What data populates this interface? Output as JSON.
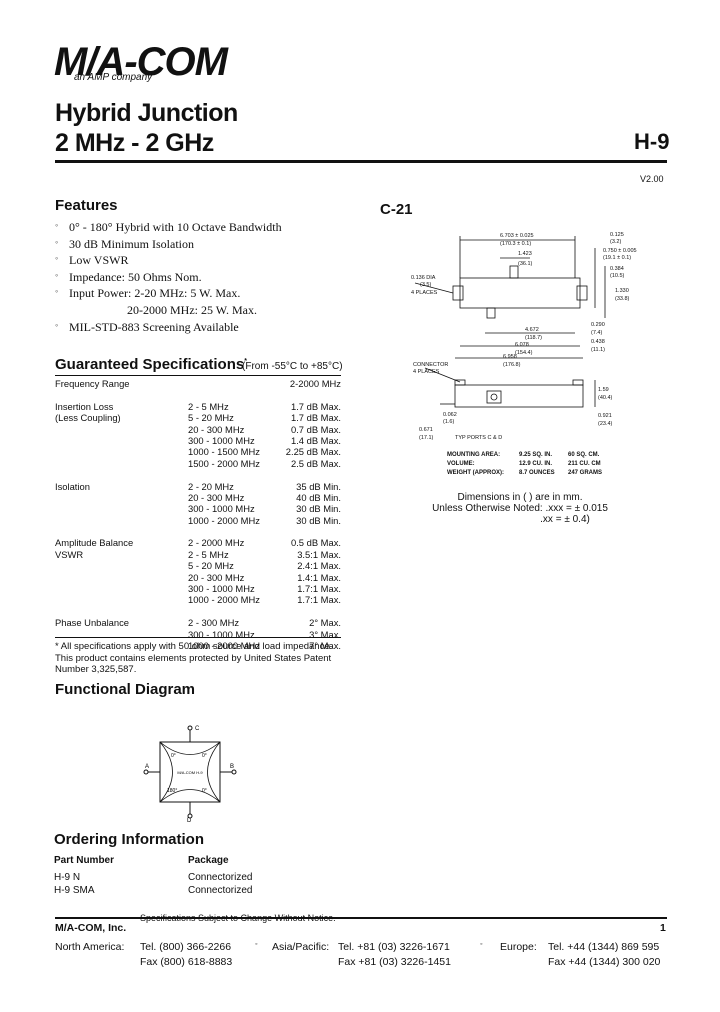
{
  "header": {
    "logo_text": "M/A-COM",
    "logo_sub": "an AMP company",
    "title_line1": "Hybrid Junction",
    "title_line2": "2 MHz - 2 GHz",
    "model": "H-9",
    "version": "V2.00"
  },
  "features": {
    "heading": "Features",
    "items": [
      "0° - 180° Hybrid with 10 Octave Bandwidth",
      "30 dB Minimum Isolation",
      "Low VSWR",
      "Impedance: 50 Ohms Nom.",
      "Input Power: 2-20 MHz: 5 W. Max.",
      "20-2000 MHz: 25 W. Max.",
      "MIL-STD-883 Screening Available"
    ]
  },
  "specs": {
    "heading": "Guaranteed Specifications",
    "heading_mark": "*",
    "conditions": "(From -55°C to +85°C)",
    "rows": [
      {
        "param": "Frequency Range",
        "range": "",
        "value": "2-2000 MHz"
      },
      {
        "param": "",
        "range": "",
        "value": ""
      },
      {
        "param": "Insertion Loss",
        "range": "2 - 5 MHz",
        "value": "1.7 dB Max."
      },
      {
        "param": "(Less Coupling)",
        "range": "5 - 20 MHz",
        "value": "1.7 dB Max."
      },
      {
        "param": "",
        "range": "20 - 300 MHz",
        "value": "0.7 dB Max."
      },
      {
        "param": "",
        "range": "300 - 1000 MHz",
        "value": "1.4 dB Max."
      },
      {
        "param": "",
        "range": "1000 - 1500 MHz",
        "value": "2.25 dB Max."
      },
      {
        "param": "",
        "range": "1500 - 2000 MHz",
        "value": "2.5 dB Max."
      },
      {
        "param": "",
        "range": "",
        "value": ""
      },
      {
        "param": "Isolation",
        "range": "2 - 20 MHz",
        "value": "35 dB Min."
      },
      {
        "param": "",
        "range": "20 - 300 MHz",
        "value": "40 dB Min."
      },
      {
        "param": "",
        "range": "300 - 1000 MHz",
        "value": "30 dB Min."
      },
      {
        "param": "",
        "range": "1000 - 2000 MHz",
        "value": "30 dB Min."
      },
      {
        "param": "",
        "range": "",
        "value": ""
      },
      {
        "param": "Amplitude Balance",
        "range": "2 - 2000 MHz",
        "value": "0.5 dB Max."
      },
      {
        "param": "VSWR",
        "range": "2 - 5 MHz",
        "value": "3.5:1 Max."
      },
      {
        "param": "",
        "range": "5 - 20 MHz",
        "value": "2.4:1 Max."
      },
      {
        "param": "",
        "range": "20 - 300 MHz",
        "value": "1.4:1 Max."
      },
      {
        "param": "",
        "range": "300 - 1000 MHz",
        "value": "1.7:1 Max."
      },
      {
        "param": "",
        "range": "1000 - 2000 MHz",
        "value": "1.7:1 Max."
      },
      {
        "param": "",
        "range": "",
        "value": ""
      },
      {
        "param": "Phase Unbalance",
        "range": "2 - 300 MHz",
        "value": "2° Max."
      },
      {
        "param": "",
        "range": "300 - 1000 MHz",
        "value": "3° Max."
      },
      {
        "param": "",
        "range": "1000 - 2000 MHz",
        "value": "7° Max."
      }
    ],
    "footnote": "* All specifications apply with 50 ohm source and load impedance. This product contains elements protected by United States Patent Number 3,325,587."
  },
  "functional": {
    "heading": "Functional Diagram",
    "ports": {
      "top": "C",
      "left": "A",
      "right": "B",
      "bottom": "D"
    },
    "angles": [
      "0°",
      "0°",
      "180°",
      "0°"
    ],
    "center": "M/A-COM H-9"
  },
  "ordering": {
    "heading": "Ordering Information",
    "col_part": "Part Number",
    "col_package": "Package",
    "rows": [
      {
        "part": "H-9   N",
        "package": "Connectorized"
      },
      {
        "part": "H-9   SMA",
        "package": "Connectorized"
      }
    ]
  },
  "mechanical": {
    "label": "C-21",
    "dims": {
      "top_width": "6.703 ± 0.025",
      "top_width_mm": "(170.3 ± 0.1)",
      "inner": "1.423",
      "inner_mm": "(36.1)",
      "right_a": "0.125",
      "right_a_mm": "(3.2)",
      "right_b": "0.750 ± 0.005",
      "right_b_mm": "(19.1 ± 0.1)",
      "right_c": "0.384",
      "right_c_mm": "(10.5)",
      "right_d": "1.330",
      "right_d_mm": "(33.8)",
      "right_e": "0.290",
      "right_e_mm": "(7.4)",
      "right_f": "0.438",
      "right_f_mm": "(11.1)",
      "hole": "0.136 DIA",
      "hole_mm": "(3.5)",
      "hole_places": "4 PLACES",
      "mid": "4.672",
      "mid_mm": "(118.7)",
      "mid2": "6.078",
      "mid2_mm": "(154.4)",
      "overall": "6.958",
      "overall_mm": "(176.8)",
      "connector": "CONNECTOR",
      "connector_places": "4 PLACES",
      "side_h": "1.59",
      "side_h_mm": "(40.4)",
      "side_b": "0.921",
      "side_b_mm": "(23.4)",
      "left_a": "0.062",
      "left_a_mm": "(1.6)",
      "left_b": "0.671",
      "left_b_mm": "(17.1)",
      "ports_cd": "TYP PORTS C & D"
    },
    "table": [
      {
        "k": "MOUNTING AREA:",
        "v1": "9.25 SQ. IN.",
        "v2": "60 SQ. CM."
      },
      {
        "k": "VOLUME:",
        "v1": "12.9 CU. IN.",
        "v2": "211 CU. CM"
      },
      {
        "k": "WEIGHT (APPROX):",
        "v1": "8.7 OUNCES",
        "v2": "247 GRAMS"
      }
    ],
    "note1": "Dimensions in ( ) are in mm.",
    "note2": "Unless Otherwise Noted: .xxx = ± 0.015",
    "note3": ".xx = ± 0.4)"
  },
  "footer": {
    "company": "M/A-COM, Inc.",
    "notice": "Specifications Subject to Change Without Notice.",
    "page": "1",
    "na_label": "North America:",
    "na_tel": "Tel. (800) 366-2266",
    "na_fax": "Fax (800) 618-8883",
    "ap_label": "Asia/Pacific:",
    "ap_tel": "Tel. +81 (03) 3226-1671",
    "ap_fax": "Fax +81 (03) 3226-1451",
    "eu_label": "Europe:",
    "eu_tel": "Tel. +44 (1344) 869 595",
    "eu_fax": "Fax +44 (1344) 300 020"
  }
}
